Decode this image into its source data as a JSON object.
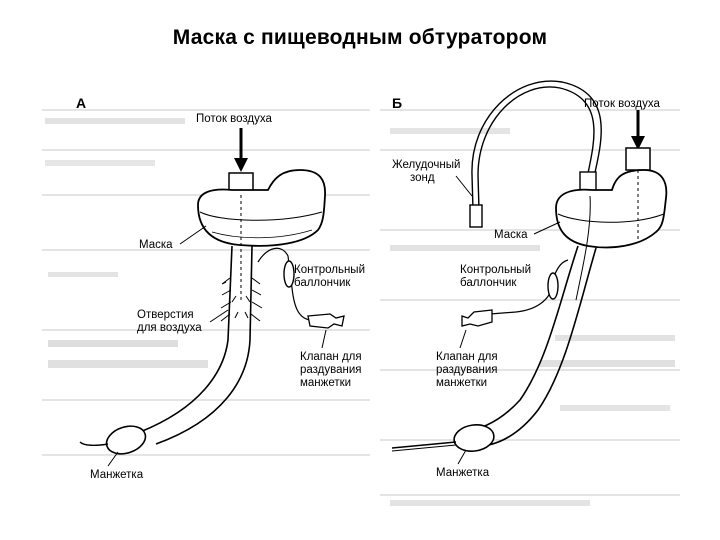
{
  "title": "Маска с пищеводным обтуратором",
  "panels": {
    "a": {
      "letter": "А",
      "airflow": "Поток воздуха",
      "mask": "Маска",
      "pilot_balloon_l1": "Контрольный",
      "pilot_balloon_l2": "баллончик",
      "air_holes_l1": "Отверстия",
      "air_holes_l2": "для воздуха",
      "valve_l1": "Клапан для",
      "valve_l2": "раздувания",
      "valve_l3": "манжетки",
      "cuff": "Манжетка"
    },
    "b": {
      "letter": "Б",
      "airflow": "Поток воздуха",
      "gastric_tube_l1": "Желудочный",
      "gastric_tube_l2": "зонд",
      "mask": "Маска",
      "pilot_balloon_l1": "Контрольный",
      "pilot_balloon_l2": "баллончик",
      "valve_l1": "Клапан для",
      "valve_l2": "раздувания",
      "valve_l3": "манжетки",
      "cuff": "Манжетка"
    }
  },
  "colors": {
    "ink": "#000000",
    "ghost": "#c9c9c9"
  }
}
